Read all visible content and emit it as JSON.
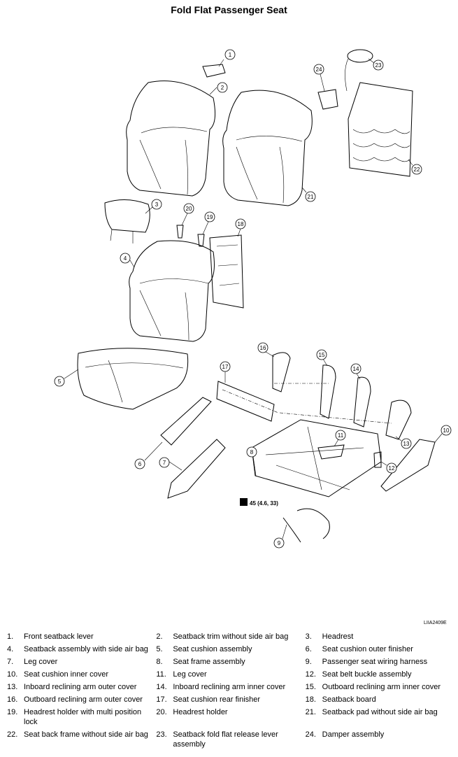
{
  "title": "Fold Flat Passenger Seat",
  "figure_code": "LIIA2409E",
  "torque_spec": "45 (4.6, 33)",
  "callout_numbers": [
    "1",
    "2",
    "3",
    "4",
    "5",
    "6",
    "7",
    "8",
    "9",
    "10",
    "11",
    "12",
    "13",
    "14",
    "15",
    "16",
    "17",
    "18",
    "19",
    "20",
    "21",
    "22",
    "23",
    "24"
  ],
  "legend": [
    {
      "num": "1.",
      "label": "Front seatback lever"
    },
    {
      "num": "2.",
      "label": "Seatback trim without side air bag"
    },
    {
      "num": "3.",
      "label": "Headrest"
    },
    {
      "num": "4.",
      "label": "Seatback assembly with side air bag"
    },
    {
      "num": "5.",
      "label": "Seat cushion assembly"
    },
    {
      "num": "6.",
      "label": "Seat cushion outer finisher"
    },
    {
      "num": "7.",
      "label": "Leg cover"
    },
    {
      "num": "8.",
      "label": "Seat frame assembly"
    },
    {
      "num": "9.",
      "label": "Passenger seat wiring harness"
    },
    {
      "num": "10.",
      "label": "Seat cushion inner cover"
    },
    {
      "num": "11.",
      "label": "Leg cover"
    },
    {
      "num": "12.",
      "label": "Seat belt buckle assembly"
    },
    {
      "num": "13.",
      "label": "Inboard reclining arm outer cover"
    },
    {
      "num": "14.",
      "label": "Inboard reclining arm inner cover"
    },
    {
      "num": "15.",
      "label": "Outboard reclining arm inner cover"
    },
    {
      "num": "16.",
      "label": "Outboard reclining arm outer cover"
    },
    {
      "num": "17.",
      "label": "Seat cushion rear finisher"
    },
    {
      "num": "18.",
      "label": "Seatback board"
    },
    {
      "num": "19.",
      "label": "Headrest holder with multi position lock"
    },
    {
      "num": "20.",
      "label": "Headrest holder"
    },
    {
      "num": "21.",
      "label": "Seatback pad without side air bag"
    },
    {
      "num": "22.",
      "label": "Seat back frame without side air bag"
    },
    {
      "num": "23.",
      "label": "Seatback fold flat release lever assembly"
    },
    {
      "num": "24.",
      "label": "Damper assembly"
    }
  ]
}
